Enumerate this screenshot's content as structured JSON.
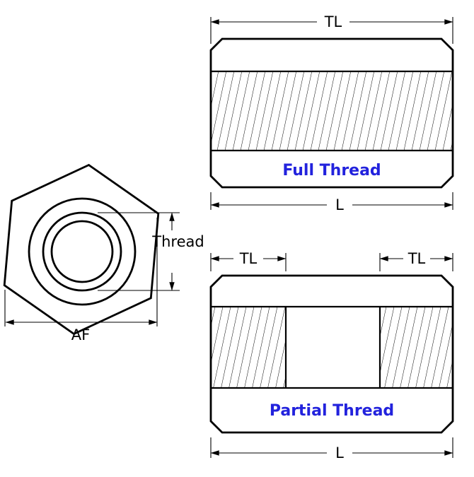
{
  "colors": {
    "line": "#000000",
    "label_text": "#000000",
    "thread_type_text": "#2222dd",
    "background": "#ffffff"
  },
  "end_view": {
    "thread_dim_label": "Thread",
    "af_dim_label": "AF"
  },
  "full_thread_view": {
    "tl_dim_label": "TL",
    "length_dim_label": "L",
    "caption": "Full Thread"
  },
  "partial_thread_view": {
    "tl_left_dim_label": "TL",
    "tl_right_dim_label": "TL",
    "length_dim_label": "L",
    "caption": "Partial Thread"
  }
}
